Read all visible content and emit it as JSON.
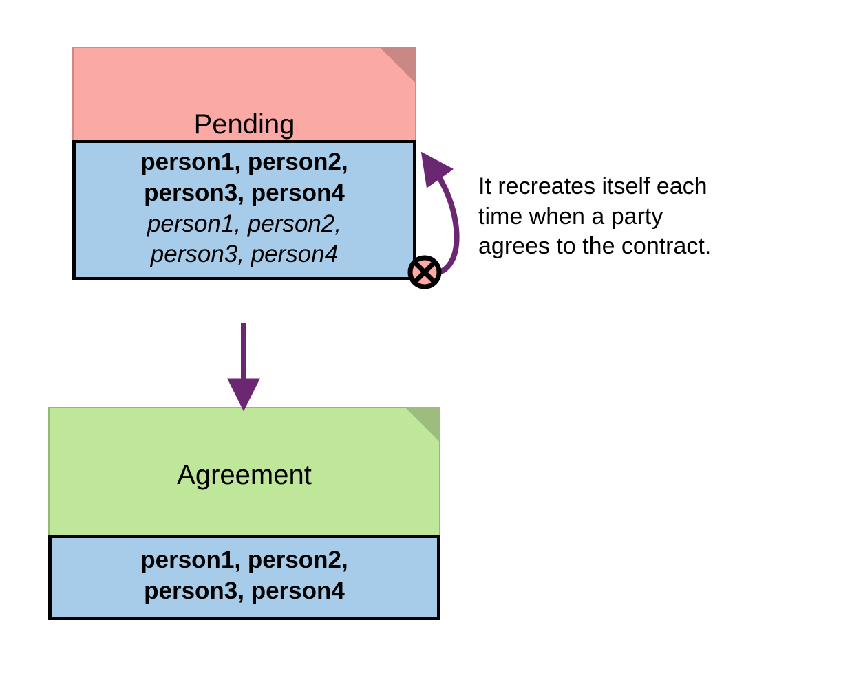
{
  "diagram": {
    "type": "state-transition-diagram",
    "background_color": "#ffffff",
    "palette": {
      "pending_fill": "#fba9a4",
      "pending_fold": "#ca8884",
      "agreement_fill": "#bee79a",
      "agreement_fold": "#9cbd7e",
      "participants_fill": "#a6cce9",
      "border": "#000000",
      "arrow": "#6b2772",
      "marker_fill": "#fba9a4"
    }
  },
  "nodes": {
    "pending": {
      "title": "Pending",
      "participants_bold": "person1, person2, person3, person4",
      "participants_italic": "person1, person2, person3, person4",
      "participants_bold_lines": [
        "person1, person2,",
        "person3, person4"
      ],
      "participants_italic_lines": [
        "person1, person2,",
        "person3, person4"
      ]
    },
    "agreement": {
      "title": "Agreement",
      "participants_bold": "person1, person2, person3, person4",
      "participants_bold_lines": [
        "person1, person2,",
        "person3, person4"
      ]
    }
  },
  "edges": {
    "pending_to_agreement": {
      "from": "Pending",
      "to": "Agreement",
      "label": "",
      "style": "solid-arrow"
    },
    "self_loop": {
      "from": "Pending",
      "to": "Pending",
      "style": "curved-self-loop",
      "source_marker": "circle-cross-icon",
      "annotation": "It recreates itself each time when a party agrees to the contract.",
      "annotation_lines": [
        "It recreates itself each",
        "time when a party",
        "agrees to the contract."
      ]
    }
  }
}
